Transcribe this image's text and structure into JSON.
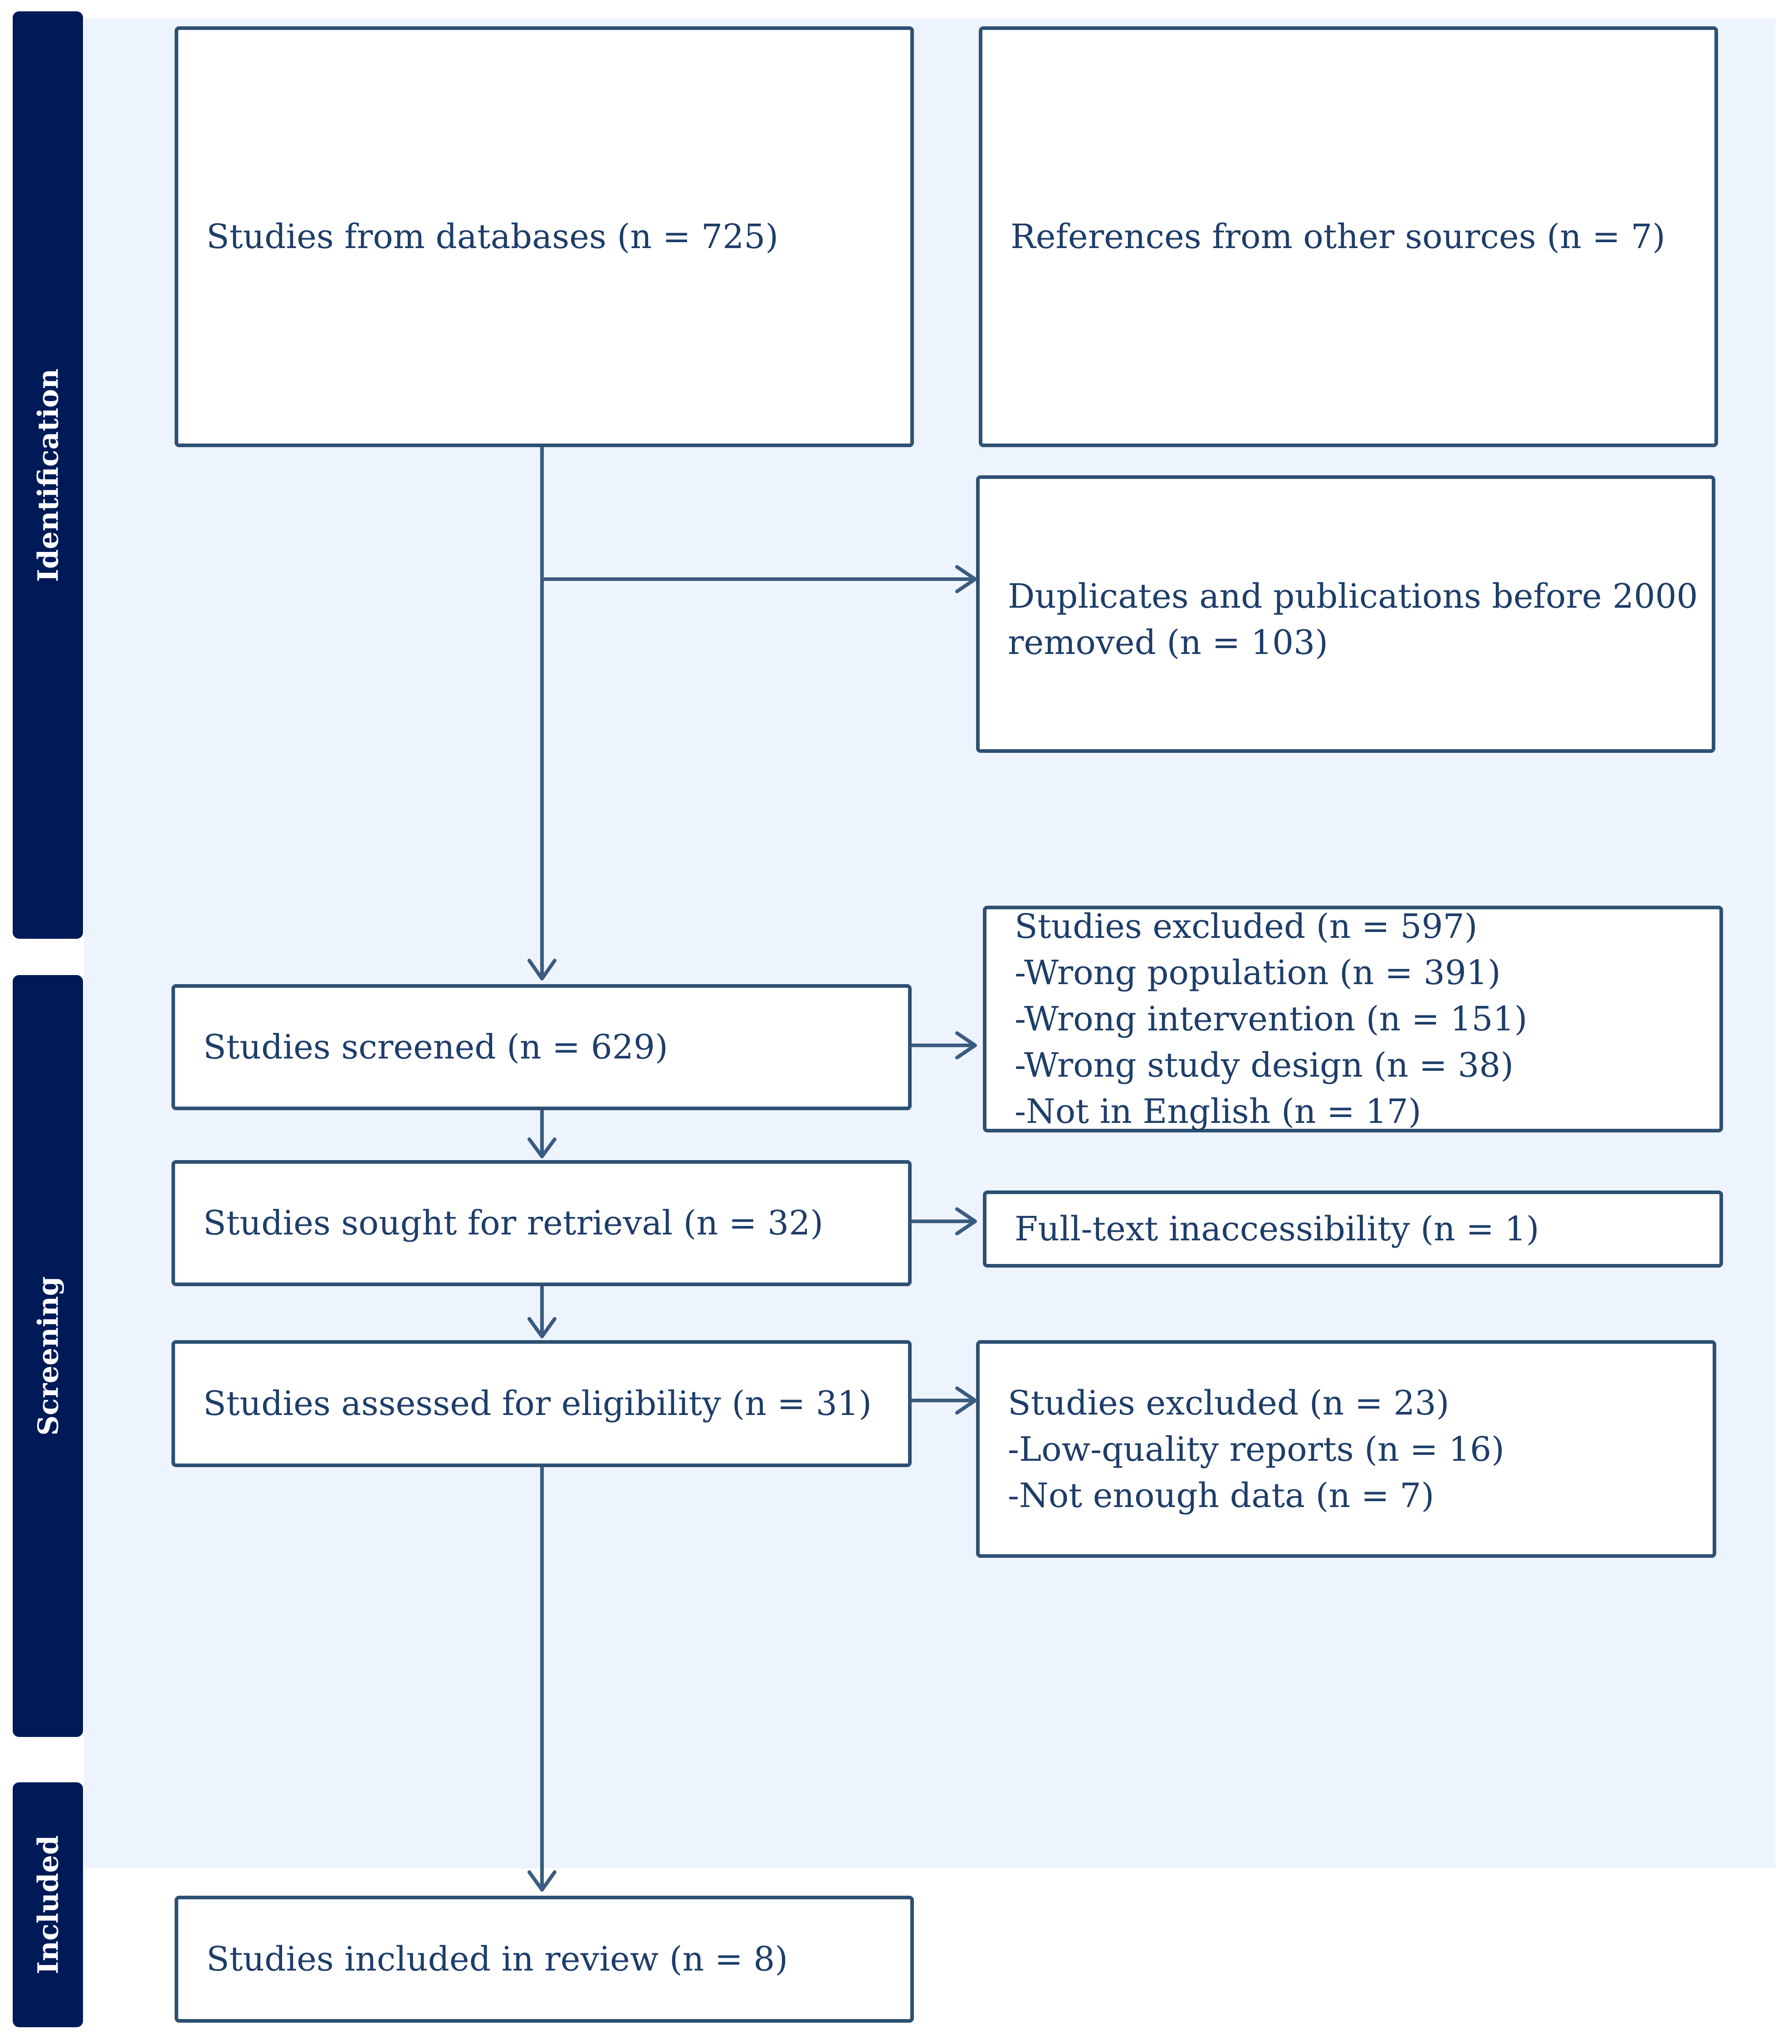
{
  "stages": {
    "identification": "Identification",
    "screening": "Screening",
    "included": "Included"
  },
  "boxes": {
    "databases": "Studies from databases (n = 725)",
    "other_sources": "References from other sources (n = 7)",
    "duplicates": [
      "Duplicates and publications before 2000",
      "removed (n = 103)"
    ],
    "screened": "Studies screened (n = 629)",
    "excluded_screening": [
      "Studies excluded (n = 597)",
      "-Wrong population (n = 391)",
      "-Wrong intervention (n = 151)",
      "-Wrong study design (n = 38)",
      "-Not in English (n = 17)"
    ],
    "sought": "Studies sought for retrieval (n = 32)",
    "inaccessible": "Full-text inaccessibility (n = 1)",
    "assessed": "Studies assessed for eligibility (n = 31)",
    "excluded_eligibility": [
      "Studies excluded (n = 23)",
      "-Low-quality reports (n = 16)",
      "-Not enough data (n = 7)"
    ],
    "included": "Studies included in review (n = 8)"
  },
  "colors": {
    "stage_bar": "#001a57",
    "box_border": "#2e5173",
    "box_text": "#1e3d69",
    "panel": "#eef4fd",
    "arrow": "#3b5c80"
  }
}
